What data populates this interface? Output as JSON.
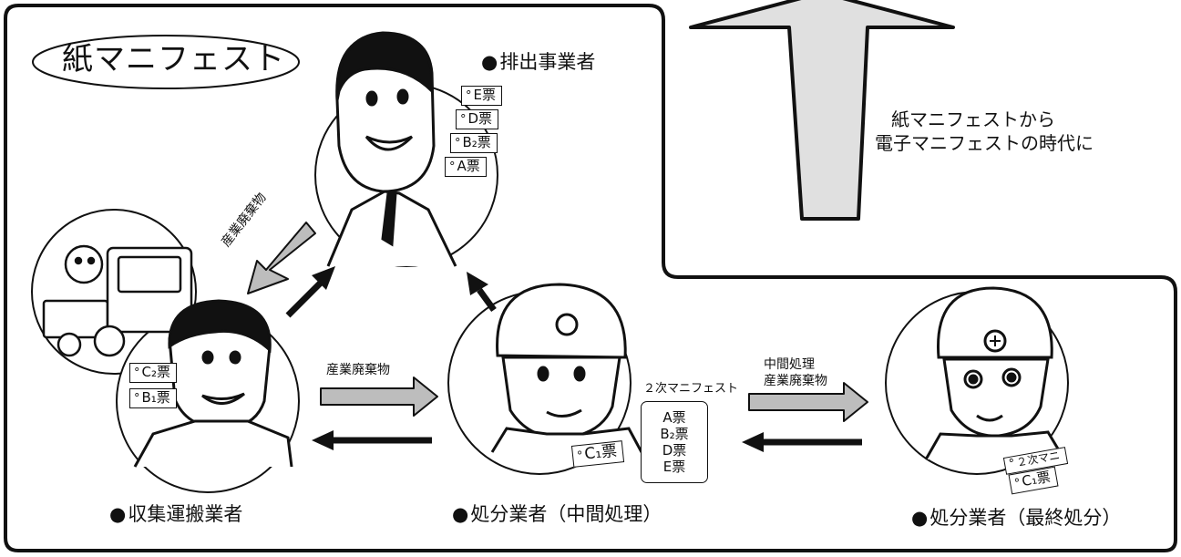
{
  "title": "紙マニフェスト",
  "transition_text": [
    "紙マニフェストから",
    "電子マニフェストの時代に"
  ],
  "roles": {
    "emitter": "排出事業者",
    "collector": "収集運搬業者",
    "intermediate": "処分業者（中間処理）",
    "final": "処分業者（最終処分）"
  },
  "flows": {
    "emitter_to_collector": "産業廃棄物",
    "collector_to_intermediate": "産業廃棄物",
    "intermediate_to_final_line1": "中間処理",
    "intermediate_to_final_line2": "産業廃棄物"
  },
  "emitter_slips": [
    "E票",
    "D票",
    "B₂票",
    "A票"
  ],
  "collector_slips": [
    "C₂票",
    "B₁票"
  ],
  "intermediate_slip": "C₁票",
  "secondary_manifest": {
    "title": "２次マニフェスト",
    "items": [
      "A票",
      "B₂票",
      "D票",
      "E票"
    ]
  },
  "final_slips": [
    "２次マニ",
    "C₁票"
  ],
  "colors": {
    "arrow_gray": "#bdbdbd",
    "big_arrow_gray": "#e0e0e0",
    "ink": "#111111"
  }
}
